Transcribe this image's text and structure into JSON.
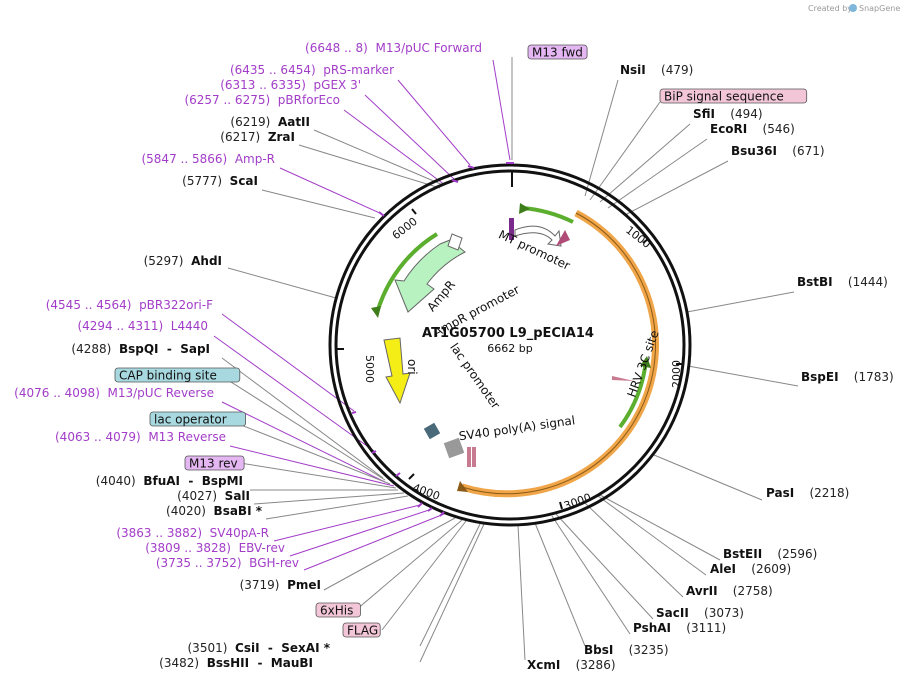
{
  "credit": {
    "created_by": "Created by",
    "brand": "SnapGene"
  },
  "plasmid": {
    "name": "AT1G05700 L9_pECIA14",
    "length": "6662 bp"
  },
  "ticks": [
    "1000",
    "2000",
    "3000",
    "4000",
    "5000",
    "6000"
  ],
  "colors": {
    "primer": "#a23dc8",
    "box_purple": "#e4b6f2",
    "box_pink": "#f2c6d6",
    "box_teal": "#a8d9e0",
    "orange": "#f0a548",
    "green": "#5cae2e",
    "ampr": "#b8f2c0",
    "ori": "#f5ee16"
  },
  "features_on_map": [
    {
      "label": "MT promoter"
    },
    {
      "label": "AmpR"
    },
    {
      "label": "AmpR promoter"
    },
    {
      "label": "ori"
    },
    {
      "label": "lac promoter"
    },
    {
      "label": "SV40 poly(A) signal"
    },
    {
      "label": "HRV 3C site"
    }
  ],
  "labels": [
    {
      "pos": "(6648 .. 8)",
      "name": "M13/pUC Forward",
      "kind": "primer"
    },
    {
      "name": "M13 fwd",
      "kind": "box_purple"
    },
    {
      "name": "NsiI",
      "pos": "(479)",
      "kind": "site"
    },
    {
      "name": "BiP signal sequence",
      "kind": "box_pink"
    },
    {
      "pos": "(6435 .. 6454)",
      "name": "pRS-marker",
      "kind": "primer"
    },
    {
      "pos": "(6313 .. 6335)",
      "name": "pGEX 3'",
      "kind": "primer"
    },
    {
      "pos": "(6257 .. 6275)",
      "name": "pBRforEco",
      "kind": "primer"
    },
    {
      "name": "SfiI",
      "pos": "(494)",
      "kind": "site"
    },
    {
      "pos": "(6219)",
      "name": "AatII",
      "kind": "site_left"
    },
    {
      "name": "EcoRI",
      "pos": "(546)",
      "kind": "site"
    },
    {
      "pos": "(6217)",
      "name": "ZraI",
      "kind": "site_left"
    },
    {
      "name": "Bsu36I",
      "pos": "(671)",
      "kind": "site"
    },
    {
      "pos": "(5847 .. 5866)",
      "name": "Amp-R",
      "kind": "primer"
    },
    {
      "pos": "(5777)",
      "name": "ScaI",
      "kind": "site_left"
    },
    {
      "pos": "(5297)",
      "name": "AhdI",
      "kind": "site_left"
    },
    {
      "name": "BstBI",
      "pos": "(1444)",
      "kind": "site"
    },
    {
      "pos": "(4545 .. 4564)",
      "name": "pBR322ori-F",
      "kind": "primer"
    },
    {
      "pos": "(4294 .. 4311)",
      "name": "L4440",
      "kind": "primer"
    },
    {
      "pos": "(4288)",
      "name": "BspQI",
      "extra": "SapI",
      "kind": "site_left"
    },
    {
      "name": "CAP binding site",
      "kind": "box_teal"
    },
    {
      "name": "BspEI",
      "pos": "(1783)",
      "kind": "site"
    },
    {
      "pos": "(4076 .. 4098)",
      "name": "M13/pUC Reverse",
      "kind": "primer"
    },
    {
      "name": "lac operator",
      "kind": "box_teal"
    },
    {
      "pos": "(4063 .. 4079)",
      "name": "M13 Reverse",
      "kind": "primer"
    },
    {
      "name": "M13 rev",
      "kind": "box_purple"
    },
    {
      "pos": "(4040)",
      "name": "BfuAI",
      "extra": "BspMI",
      "kind": "site_left"
    },
    {
      "pos": "(4027)",
      "name": "SalI",
      "kind": "site_left"
    },
    {
      "pos": "(4020)",
      "name": "BsaBI *",
      "kind": "site_left"
    },
    {
      "name": "PasI",
      "pos": "(2218)",
      "kind": "site"
    },
    {
      "pos": "(3863 .. 3882)",
      "name": "SV40pA-R",
      "kind": "primer"
    },
    {
      "pos": "(3809 .. 3828)",
      "name": "EBV-rev",
      "kind": "primer"
    },
    {
      "pos": "(3735 .. 3752)",
      "name": "BGH-rev",
      "kind": "primer"
    },
    {
      "name": "BstEII",
      "pos": "(2596)",
      "kind": "site"
    },
    {
      "name": "AleI",
      "pos": "(2609)",
      "kind": "site"
    },
    {
      "pos": "(3719)",
      "name": "PmeI",
      "kind": "site_left"
    },
    {
      "name": "AvrII",
      "pos": "(2758)",
      "kind": "site"
    },
    {
      "name": "6xHis",
      "kind": "box_pink"
    },
    {
      "name": "SacII",
      "pos": "(3073)",
      "kind": "site"
    },
    {
      "name": "FLAG",
      "kind": "box_pink"
    },
    {
      "name": "PshAI",
      "pos": "(3111)",
      "kind": "site"
    },
    {
      "pos": "(3501)",
      "name": "CsiI",
      "extra": "SexAI *",
      "kind": "site_left"
    },
    {
      "name": "BbsI",
      "pos": "(3235)",
      "kind": "site"
    },
    {
      "pos": "(3482)",
      "name": "BssHII",
      "extra": "MauBI",
      "kind": "site_left"
    },
    {
      "name": "XcmI",
      "pos": "(3286)",
      "kind": "site"
    }
  ]
}
